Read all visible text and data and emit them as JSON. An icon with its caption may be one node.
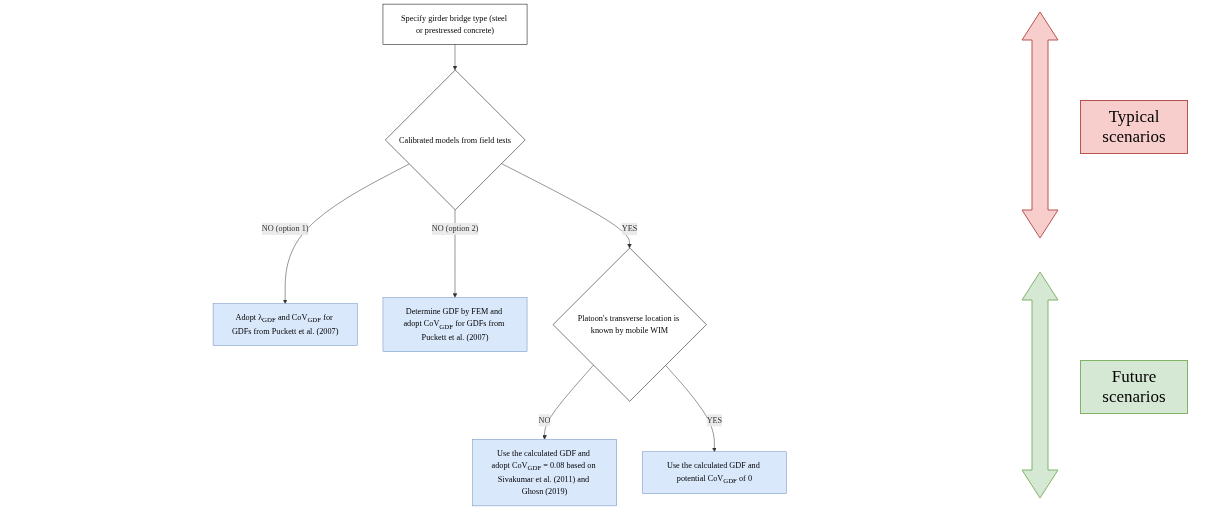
{
  "diagram": {
    "nodes": [
      {
        "text": [
          "Specify girder bridge type (steel or prestressed concrete)"
        ]
      },
      {
        "text": [
          "Calibrated models from field tests"
        ]
      },
      {
        "text": [
          "Adopt λ$_{GDF}$ and CoV$_{GDF}$ for GDFs from Puckett et al. (2007)"
        ]
      },
      {
        "text": [
          "Determine GDF by FEM and adopt CoV$_{GDF}$ for GDFs from Puckett et al. (2007)"
        ]
      },
      {
        "text": [
          "Platoon's transverse location is known by mobile WIM"
        ]
      },
      {
        "text": [
          "Use the calculated GDF and adopt CoV$_{GDF}$ = 0.08 based on Sivakumar et al. (2011) and Ghosn (2019)"
        ]
      },
      {
        "text": [
          "Use the calculated GDF and potential CoV$_{GDF}$ of 0"
        ]
      }
    ],
    "edges": [
      {
        "from": 0,
        "to": 1,
        "arrow": "to"
      },
      {
        "from": 1,
        "to": 2,
        "arrow": "to",
        "label": "NO (option 1)"
      },
      {
        "from": 1,
        "to": 3,
        "arrow": "to",
        "label": "NO (option 2)"
      },
      {
        "from": 1,
        "to": 4,
        "arrow": "to",
        "label": "YES"
      },
      {
        "from": 4,
        "to": 5,
        "arrow": "to",
        "label": "NO"
      },
      {
        "from": 4,
        "to": 6,
        "arrow": "to",
        "label": "YES"
      }
    ],
    "labels": [
      "Typical scenarios",
      "Future scenarios"
    ]
  }
}
